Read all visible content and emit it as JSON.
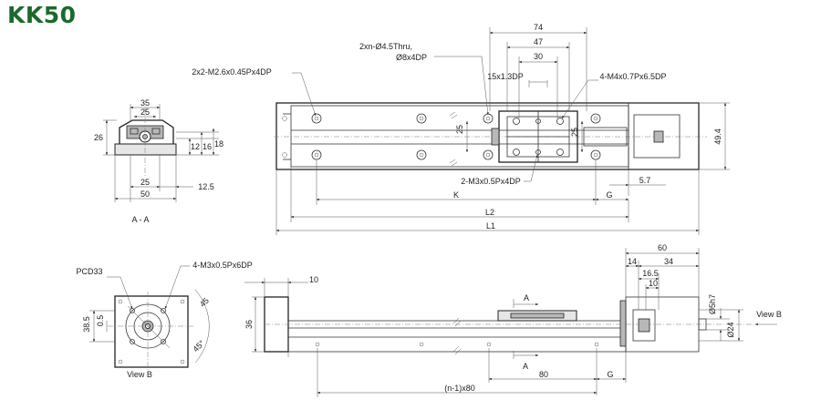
{
  "title": "KK50",
  "section_labels": {
    "section_aa": "A - A",
    "view_b": "View B",
    "view_b_arrow": "View B",
    "arrow_a_top": "A",
    "arrow_a_bottom": "A"
  },
  "callouts": {
    "thru_holes": "2xn-Ø4.5Thru,",
    "thru_holes_cb": "Ø8x4DP",
    "end_taps": "2x2-M2.6x0.45Px4DP",
    "slot": "15x1.3DP",
    "block_taps": "4-M4x0.7Px6.5DP",
    "center_taps": "2-M3x0.5Px4DP",
    "pcd": "PCD33",
    "flange_taps": "4-M3x0.5Px6DP"
  },
  "dims": {
    "d74": "74",
    "d47": "47",
    "d30": "30",
    "d25_v1": "25",
    "d25_v2": "25",
    "d49_4": "49.4",
    "d57": "5.7",
    "K": "K",
    "G_top": "G",
    "L2": "L2",
    "L1": "L1",
    "aa_35": "35",
    "aa_25_top": "25",
    "aa_26": "26",
    "aa_12": "12",
    "aa_16": "16",
    "aa_18": "18",
    "aa_25_bot": "25",
    "aa_12_5": "12.5",
    "aa_50": "50",
    "vb_38_5": "38.5",
    "vb_0_5": "0.5",
    "vb_45_a": "45",
    "vb_45_b": "45°",
    "s_10": "10",
    "s_36": "36",
    "s_60": "60",
    "s_14": "14",
    "s_34": "34",
    "s_16_5": "16.5",
    "s_10b": "10",
    "s_phi5h7": "Ø5h7",
    "s_phi24": "Ø24",
    "s_80": "80",
    "s_G": "G",
    "s_n1x80": "(n-1)x80"
  }
}
